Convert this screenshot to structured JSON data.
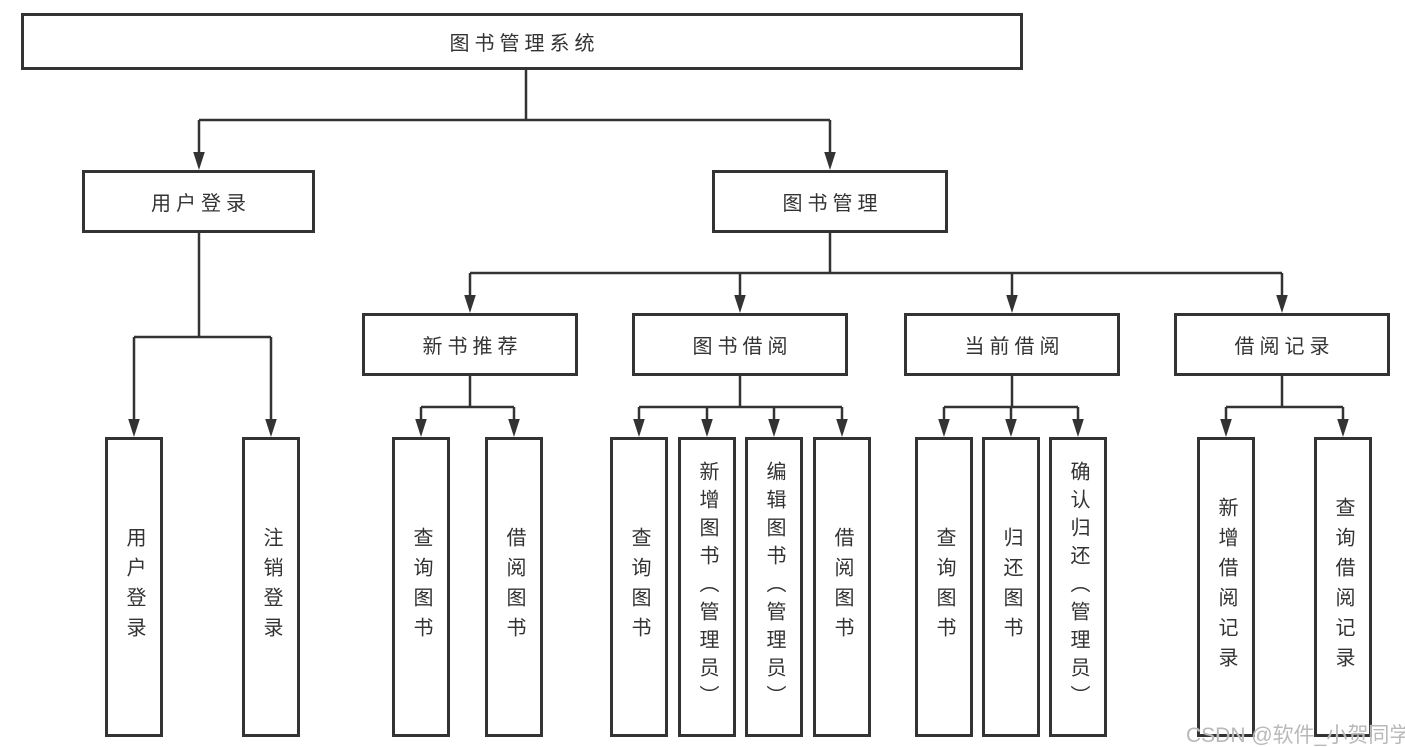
{
  "tree": {
    "root": "图书管理系统",
    "branches": [
      {
        "label": "用户登录",
        "children": [
          "用户登录",
          "注销登录"
        ]
      },
      {
        "label": "图书管理",
        "groups": [
          {
            "label": "新书推荐",
            "children": [
              "查询图书",
              "借阅图书"
            ]
          },
          {
            "label": "图书借阅",
            "children": [
              "查询图书",
              "新增图书（管理员）",
              "编辑图书（管理员）",
              "借阅图书"
            ]
          },
          {
            "label": "当前借阅",
            "children": [
              "查询图书",
              "归还图书",
              "确认归还（管理员）"
            ]
          },
          {
            "label": "借阅记录",
            "children": [
              "新增借阅记录",
              "查询借阅记录"
            ]
          }
        ]
      }
    ]
  },
  "style": {
    "line_color": "#333333",
    "box_fill": "#ffffff",
    "text_color": "#333333"
  },
  "watermark": {
    "text": "CSDN @软件_小贺同学",
    "color": "#b9b9b9"
  }
}
